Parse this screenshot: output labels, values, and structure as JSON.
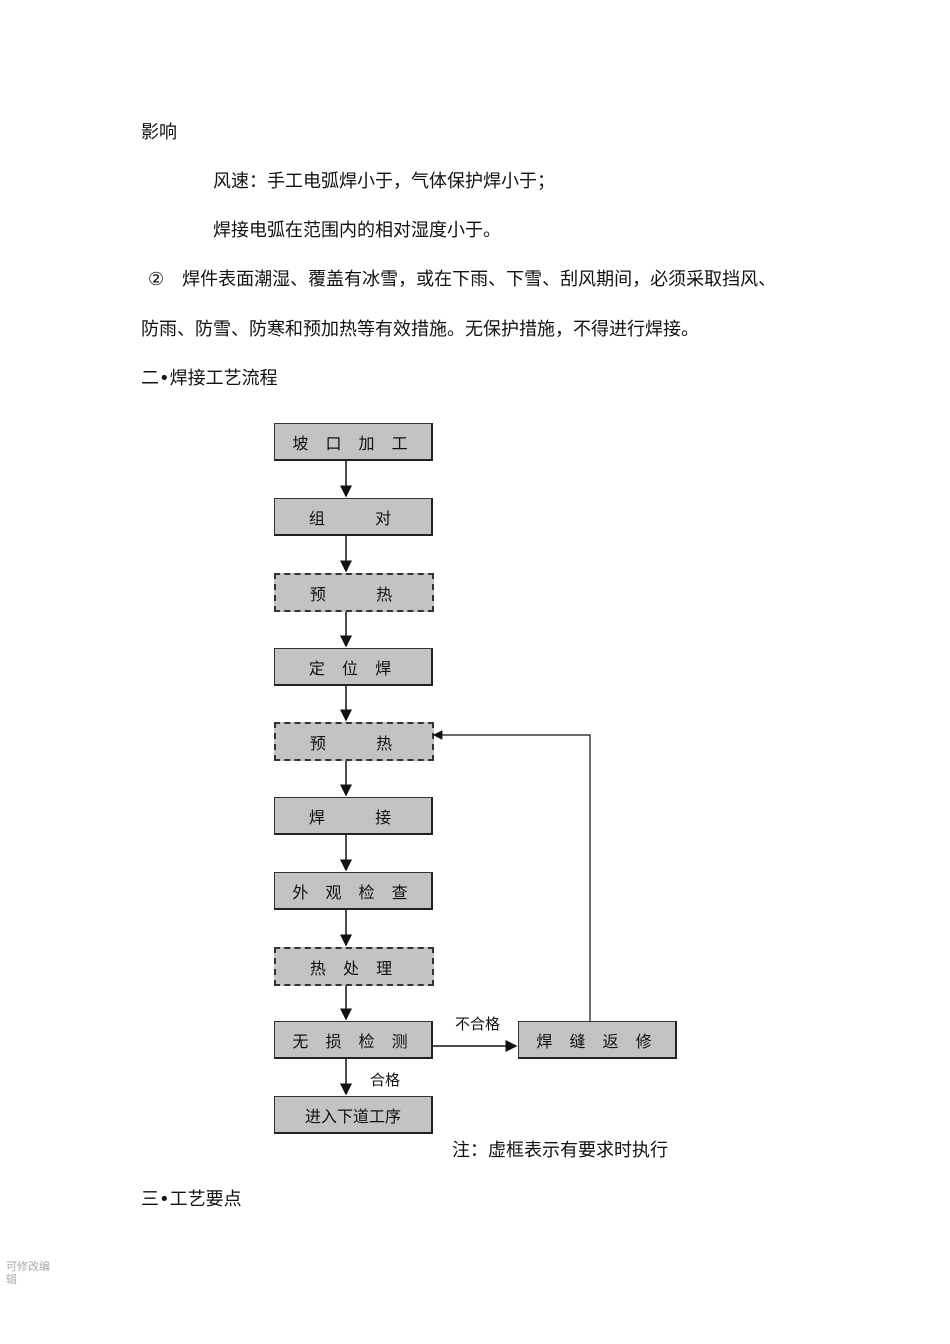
{
  "paragraphs": [
    "影响",
    "风速：手工电弧焊小于，气体保护焊小于；",
    "焊接电弧在范围内的相对湿度小于。",
    "②　焊件表面潮湿、覆盖有冰雪，或在下雨、下雪、刮风期间，必须采取挡风、",
    "防雨、防雪、防寒和预加热等有效措施。无保护措施，不得进行焊接。"
  ],
  "section2": "二•焊接工艺流程",
  "flow": {
    "steps": [
      "坡 口 加 工",
      "组    对",
      "预    热",
      "定 位 焊",
      "预    热",
      "焊    接",
      "外 观 检 查",
      "热 处 理",
      "无 损 检 测",
      "进入下道工序"
    ],
    "dashed": [
      false,
      false,
      true,
      false,
      true,
      false,
      false,
      true,
      false,
      false
    ],
    "repair": "焊 缝 返 修",
    "fail_label": "不合格",
    "pass_label": "合格"
  },
  "note": "注：虚框表示有要求时执行",
  "section3": "三•工艺要点",
  "footer": "可修改编辑"
}
